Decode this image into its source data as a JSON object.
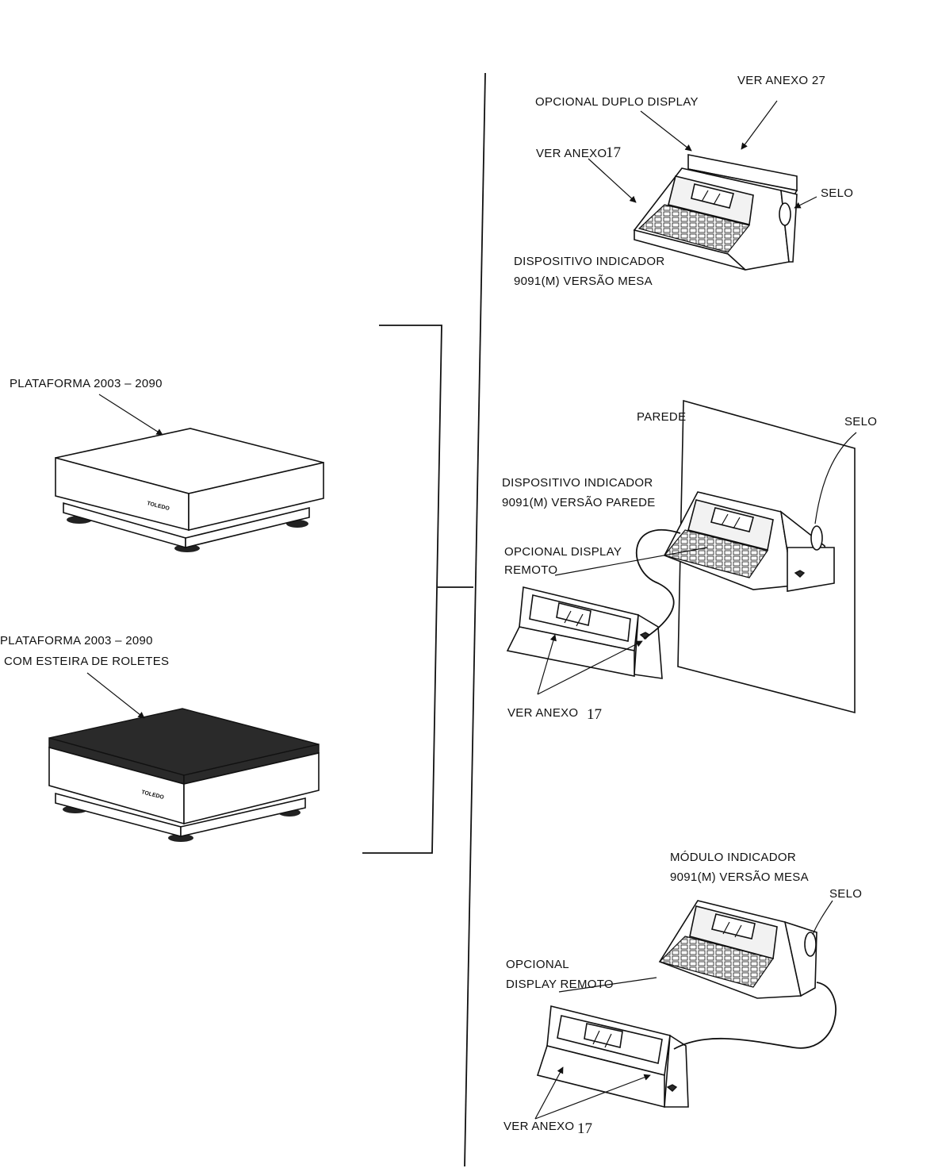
{
  "labels": {
    "plataforma_1": "PLATAFORMA 2003 – 2090",
    "plataforma_2_line1": "PLATAFORMA 2003 – 2090",
    "plataforma_2_line2": "COM ESTEIRA DE ROLETES",
    "brand": "TOLEDO",
    "ver_anexo_27": "VER ANEXO 27",
    "opcional_duplo_display": "OPCIONAL DUPLO DISPLAY",
    "ver_anexo_17_top_text": "VER ANEXO",
    "ver_anexo_17_top_num": "17",
    "selo_top": "SELO",
    "disp_mesa_line1": "DISPOSITIVO INDICADOR",
    "disp_mesa_line2": "9091(M) VERSÃO MESA",
    "parede": "PAREDE",
    "selo_mid": "SELO",
    "disp_parede_line1": "DISPOSITIVO INDICADOR",
    "disp_parede_line2": "9091(M) VERSÃO PAREDE",
    "opc_display_remoto_mid_line1": "OPCIONAL DISPLAY",
    "opc_display_remoto_mid_line2": "REMOTO",
    "ver_anexo_17_mid_text": "VER ANEXO",
    "ver_anexo_17_mid_num": "17",
    "modulo_line1": "MÓDULO INDICADOR",
    "modulo_line2": "9091(M) VERSÃO MESA",
    "selo_bot": "SELO",
    "opc_display_remoto_bot_line1": "OPCIONAL",
    "opc_display_remoto_bot_line2": "DISPLAY REMOTO",
    "ver_anexo_17_bot_text": "VER ANEXO",
    "ver_anexo_17_bot_num": "17"
  }
}
